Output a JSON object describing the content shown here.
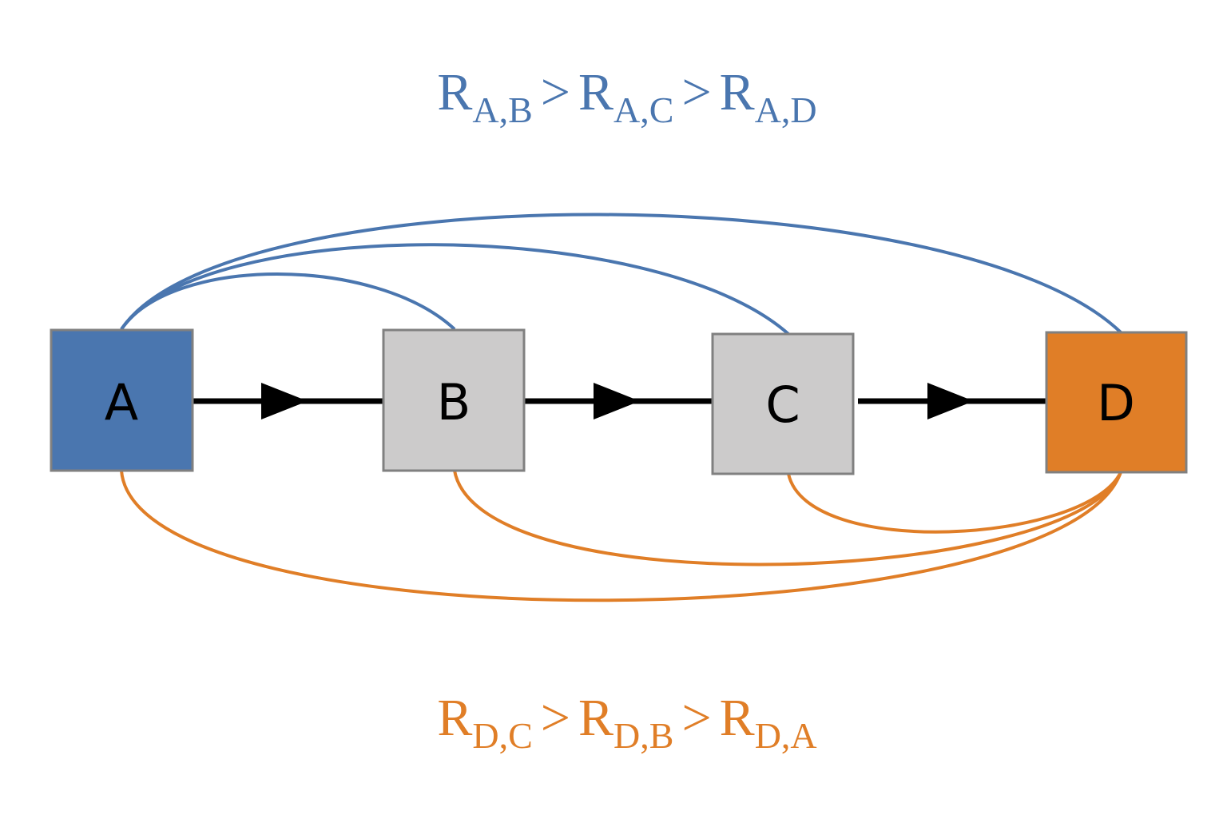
{
  "colors": {
    "blue": "#4A76AF",
    "orange": "#E07E27",
    "gray_fill": "#CCCBCB",
    "node_stroke": "#808080",
    "arrow": "#000000",
    "text": "#000000"
  },
  "top_formula": [
    {
      "main": "R",
      "sub": "A,B"
    },
    {
      "op": ">"
    },
    {
      "main": "R",
      "sub": "A,C"
    },
    {
      "op": ">"
    },
    {
      "main": "R",
      "sub": "A,D"
    }
  ],
  "bottom_formula": [
    {
      "main": "R",
      "sub": "D,C"
    },
    {
      "op": ">"
    },
    {
      "main": "R",
      "sub": "D,B"
    },
    {
      "op": ">"
    },
    {
      "main": "R",
      "sub": "D,A"
    }
  ],
  "nodes": [
    {
      "id": "A",
      "label": "A",
      "fill": "blue"
    },
    {
      "id": "B",
      "label": "B",
      "fill": "gray_fill"
    },
    {
      "id": "C",
      "label": "C",
      "fill": "gray_fill"
    },
    {
      "id": "D",
      "label": "D",
      "fill": "orange"
    }
  ]
}
